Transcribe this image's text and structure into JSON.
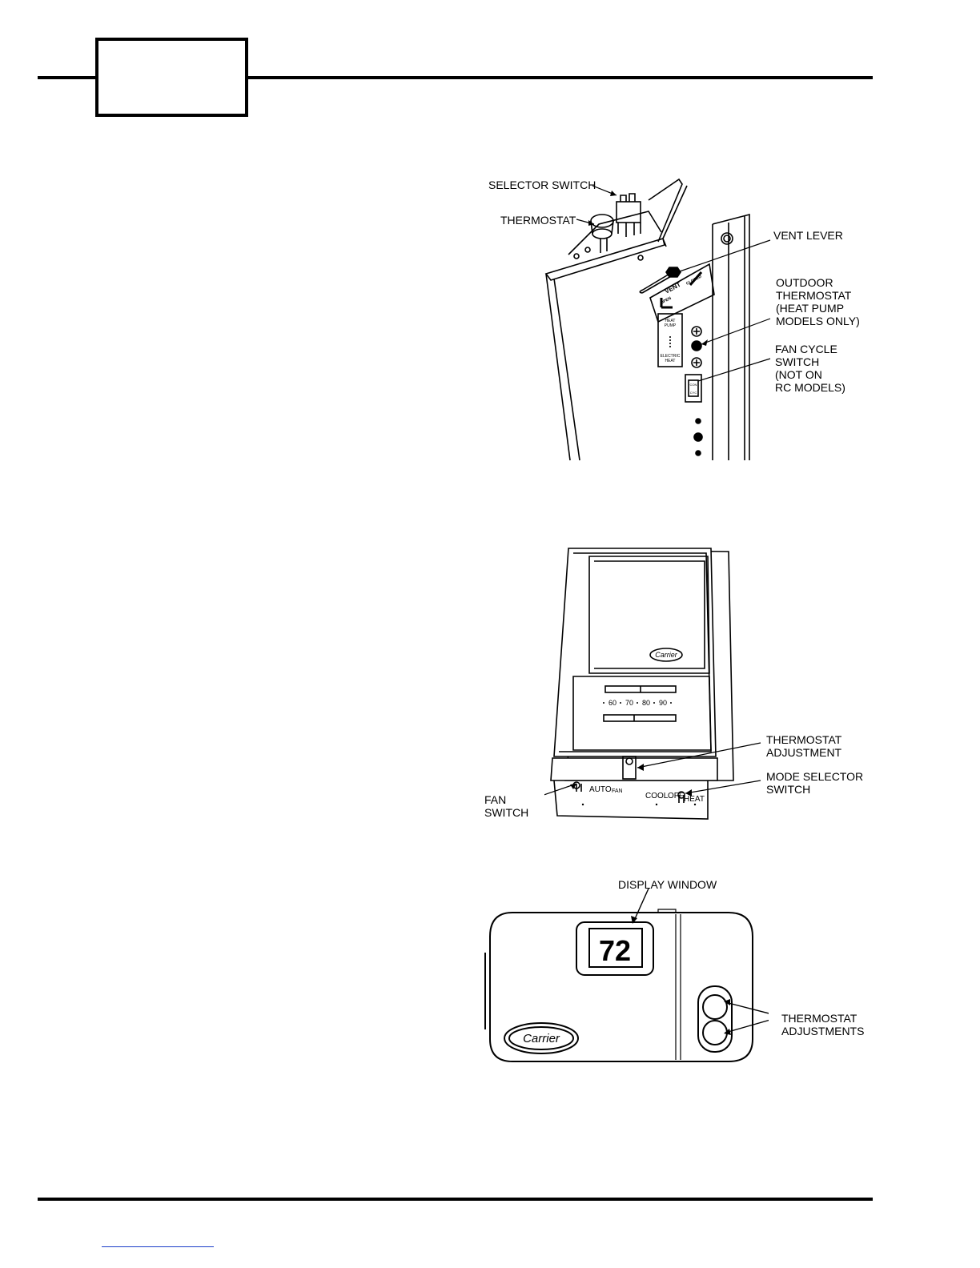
{
  "figure1": {
    "callouts": {
      "selector_switch": "SELECTOR SWITCH",
      "thermostat": "THERMOSTAT",
      "vent_lever": "VENT LEVER",
      "outdoor_thermostat": [
        "OUTDOOR",
        "THERMOSTAT",
        "(HEAT PUMP",
        "MODELS ONLY)"
      ],
      "fan_cycle_switch": [
        "FAN CYCLE",
        "SWITCH",
        "(NOT ON",
        "RC MODELS)"
      ]
    },
    "panel_text": {
      "vent": "VENT",
      "closed": "CLOSED",
      "open": "OPEN",
      "heat_pump": [
        "HEAT",
        "PUMP"
      ],
      "electric_heat": [
        "ELECTRIC",
        "HEAT"
      ],
      "fan_on": "CON",
      "fan_cyc": "CYC"
    }
  },
  "figure2": {
    "brand": "Carrier",
    "scale": [
      "60",
      "70",
      "80",
      "90"
    ],
    "base_labels": {
      "auto": "AUTO",
      "fan": "FAN",
      "cool": "COOL",
      "off": "OFF",
      "heat": "HEAT"
    },
    "callouts": {
      "thermostat_adjustment": [
        "THERMOSTAT",
        "ADJUSTMENT"
      ],
      "mode_selector_switch": [
        "MODE SELECTOR",
        "SWITCH"
      ],
      "fan_switch": [
        "FAN",
        "SWITCH"
      ]
    }
  },
  "figure3": {
    "brand": "Carrier",
    "display_value": "72",
    "callouts": {
      "display_window": "DISPLAY WINDOW",
      "thermostat_adjustments": [
        "THERMOSTAT",
        "ADJUSTMENTS"
      ]
    }
  }
}
